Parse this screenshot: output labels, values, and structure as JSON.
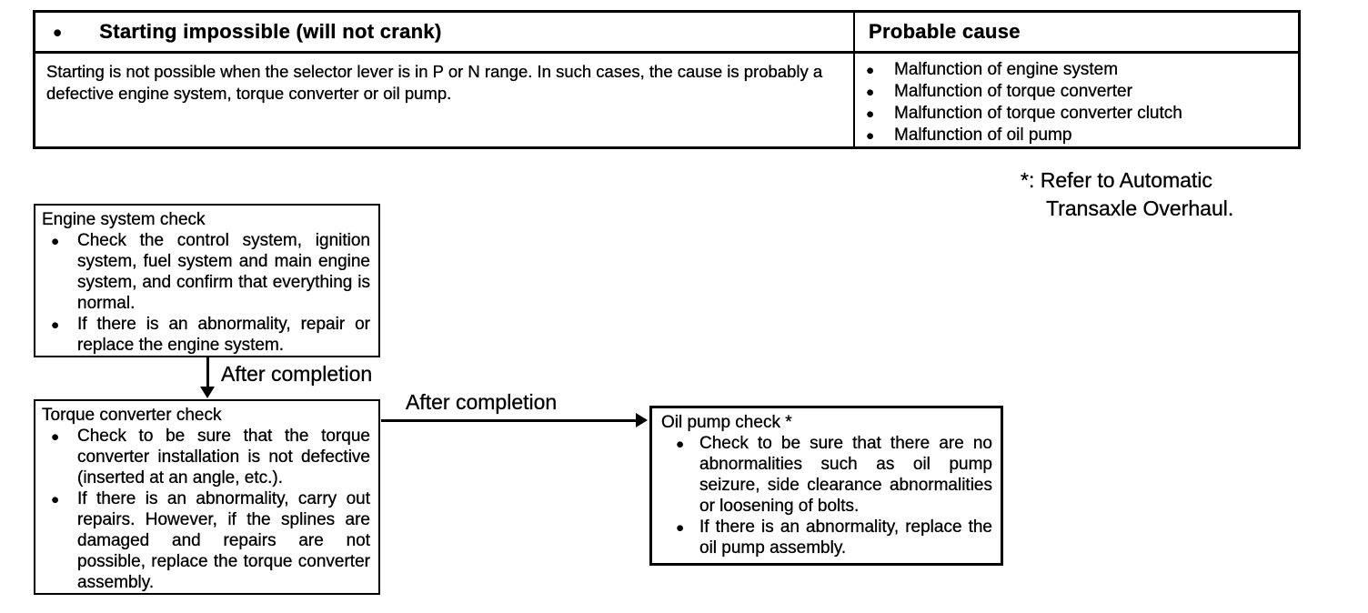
{
  "icons": {
    "bullet": "●"
  },
  "colors": {
    "ink": "#000000",
    "paper": "#ffffff"
  },
  "table": {
    "header": {
      "symptom": "Starting impossible (will not crank)",
      "cause": "Probable cause"
    },
    "description": "Starting is not possible when the selector lever is in P or N range.  In such cases, the cause is probably a defective engine system, torque converter or oil pump.",
    "causes": [
      "Malfunction of engine system",
      "Malfunction of torque converter",
      "Malfunction of torque converter clutch",
      "Malfunction of oil pump"
    ]
  },
  "note": {
    "line1": "*: Refer to Automatic",
    "line2": "Transaxle Overhaul."
  },
  "flowchart": {
    "steps": [
      {
        "title": "Engine system check",
        "bullets": [
          "Check the control system, ignition system, fuel system and main engine system, and confirm that everything is normal.",
          "If there is an abnormality, repair or replace the engine system."
        ]
      },
      {
        "title": "Torque converter check",
        "bullets": [
          "Check to be sure that the torque converter installation is not defective (inserted at an angle, etc.).",
          "If there is an abnormality, carry out repairs.  However, if the splines are damaged and repairs are not possible, replace the torque converter assembly."
        ]
      },
      {
        "title": "Oil pump check *",
        "bullets": [
          "Check to be sure that there are no abnormalities such as oil pump seizure, side clearance abnormalities or loosening of bolts.",
          "If there is an abnormality, replace the oil pump assembly."
        ]
      }
    ],
    "arrows": [
      {
        "label": "After completion"
      },
      {
        "label": "After completion"
      }
    ]
  }
}
